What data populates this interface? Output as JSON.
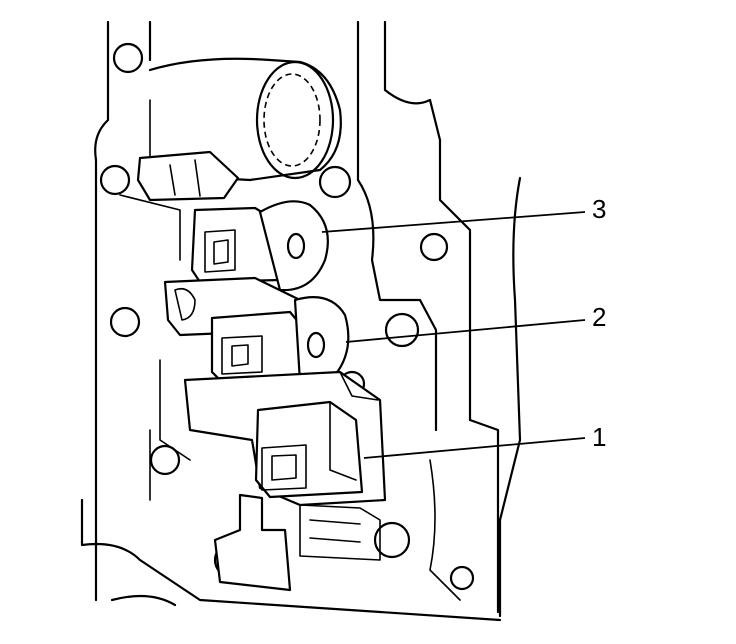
{
  "callouts": [
    {
      "id": "3",
      "label": "3"
    },
    {
      "id": "2",
      "label": "2"
    },
    {
      "id": "1",
      "label": "1"
    }
  ]
}
